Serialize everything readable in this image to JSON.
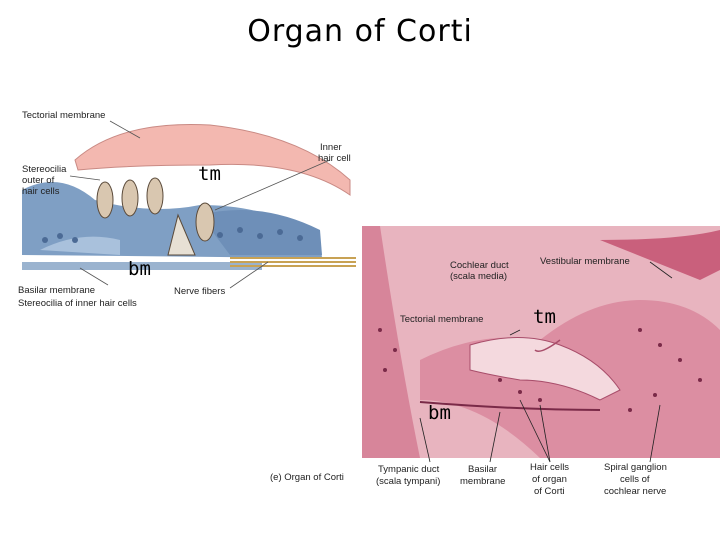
{
  "title": "Organ of Corti",
  "diagram": {
    "tectorial_membrane": "Tectorial membrane",
    "stereocilia_outer_1": "Stereocilia",
    "stereocilia_outer_2": "outer of",
    "stereocilia_outer_3": "hair cells",
    "inner_hair_cell_1": "Inner",
    "inner_hair_cell_2": "hair cell",
    "basilar_membrane": "Basilar membrane",
    "nerve_fibers": "Nerve fibers",
    "stereocilia_inner": "Stereocilia of inner hair cells",
    "tm": "tm",
    "bm": "bm"
  },
  "micrograph": {
    "cochlear_duct_1": "Cochlear duct",
    "cochlear_duct_2": "(scala media)",
    "vestibular_membrane": "Vestibular membrane",
    "tectorial_membrane": "Tectorial membrane",
    "tm": "tm",
    "bm": "bm",
    "caption": "(e) Organ of Corti",
    "tympanic_1": "Tympanic duct",
    "tympanic_2": "(scala tympani)",
    "basilar_1": "Basilar",
    "basilar_2": "membrane",
    "hair_cells_1": "Hair cells",
    "hair_cells_2": "of organ",
    "hair_cells_3": "of Corti",
    "spiral_1": "Spiral ganglion",
    "spiral_2": "cells of",
    "spiral_3": "cochlear nerve"
  }
}
